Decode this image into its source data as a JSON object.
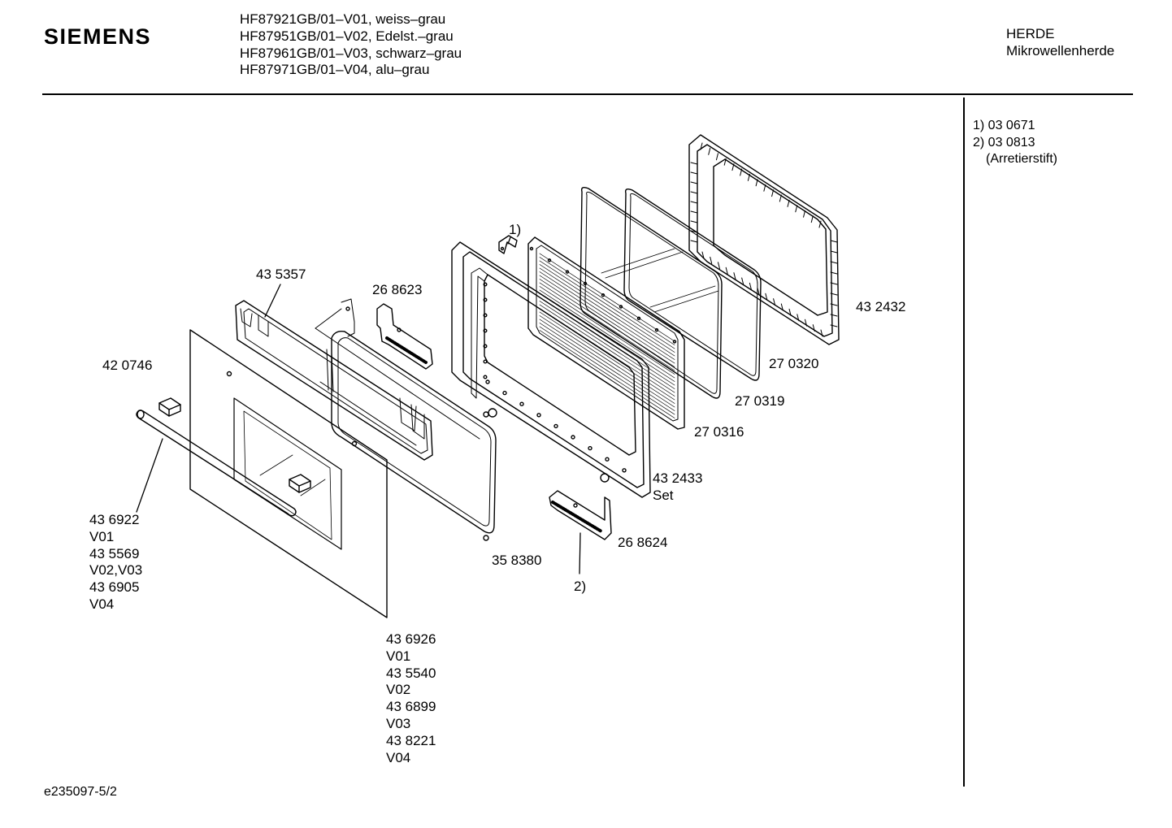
{
  "header": {
    "brand": "SIEMENS",
    "models": [
      "HF87921GB/01–V01, weiss–grau",
      "HF87951GB/01–V02, Edelst.–grau",
      "HF87961GB/01–V03, schwarz–grau",
      "HF87971GB/01–V04, alu–grau"
    ],
    "category": [
      "HERDE",
      "Mikrowellenherde"
    ]
  },
  "notes": [
    "1) 03 0671",
    "2) 03 0813",
    "(Arretierstift)"
  ],
  "footer": {
    "doc_id": "e235097-5/2"
  },
  "parts": {
    "frame_back": "43 2432",
    "gasket_1": "27 0320",
    "gasket_2": "27 0319",
    "grid_panel": "27 0316",
    "inner_frame": "43 2433",
    "inner_frame_set": "Set",
    "hinge_lower": "26 8624",
    "note_2_marker": "2)",
    "hinge_upper": "26 8623",
    "note_1_marker": "1)",
    "inner_panel": "35 8380",
    "profile_top": "43 5357",
    "handle_cap": "42 0746",
    "handle": [
      "43 6922",
      "V01",
      "43 5569",
      "V02,V03",
      "43 6905",
      "V04"
    ],
    "front_glass": [
      "43 6926",
      "V01",
      "43 5540",
      "V02",
      "43 6899",
      "V03",
      "43 8221",
      "V04"
    ]
  },
  "colors": {
    "ink": "#000000",
    "paper": "#ffffff"
  }
}
